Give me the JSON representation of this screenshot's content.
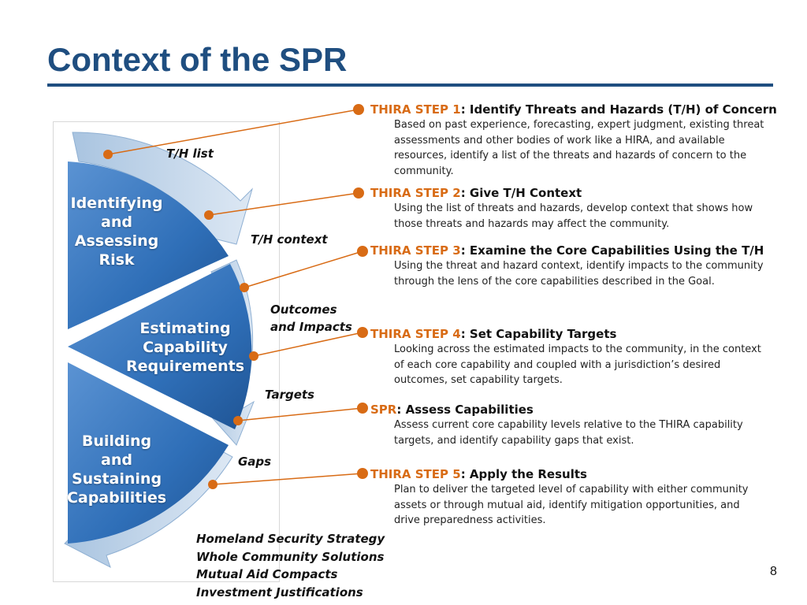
{
  "slide": {
    "title": "Context of the SPR",
    "page_number": "8"
  },
  "cycle": {
    "wedges": [
      {
        "label": "Identifying\nand\nAssessing\nRisk"
      },
      {
        "label": "Estimating\nCapability\nRequirements"
      },
      {
        "label": "Building and\nSustaining\nCapabilities"
      }
    ],
    "connectors": [
      {
        "label": "T/H list"
      },
      {
        "label": "T/H context"
      },
      {
        "label": "Outcomes\nand Impacts"
      },
      {
        "label": "Targets"
      },
      {
        "label": "Gaps"
      }
    ],
    "inputs": [
      "Homeland Security Strategy",
      "Whole Community Solutions",
      "Mutual Aid Compacts",
      "Investment Justifications"
    ]
  },
  "steps": [
    {
      "tag": "THIRA STEP 1",
      "title": ": Identify Threats and Hazards (T/H) of Concern",
      "description": "Based on past experience, forecasting, expert judgment, existing threat assessments and other bodies of work like a HIRA, and available resources, identify a list of the threats and hazards of concern to the community."
    },
    {
      "tag": "THIRA STEP 2",
      "title": ": Give T/H Context",
      "description": "Using the list of threats and hazards, develop context that shows how those threats and hazards may affect the community."
    },
    {
      "tag": "THIRA STEP 3",
      "title": ": Examine the Core Capabilities Using the T/H",
      "description": "Using the threat and hazard context, identify impacts to the community through the lens of the core capabilities described in the Goal."
    },
    {
      "tag": "THIRA STEP 4",
      "title": ": Set Capability Targets",
      "description": "Looking across the estimated impacts to the community, in the context of each core capability and coupled with a jurisdiction’s desired outcomes, set capability targets."
    },
    {
      "tag": "SPR",
      "title": ": Assess Capabilities",
      "description": "Assess current core capability levels relative to the THIRA capability targets, and identify capability gaps that exist."
    },
    {
      "tag": "THIRA STEP 5",
      "title": ": Apply the Results",
      "description": "Plan to deliver the targeted level of capability with either community assets or through mutual aid, identify mitigation opportunities, and drive preparedness activities."
    }
  ],
  "colors": {
    "title": "#1f4e80",
    "accent": "#d86b15",
    "wedge": "#2f6fb8"
  }
}
